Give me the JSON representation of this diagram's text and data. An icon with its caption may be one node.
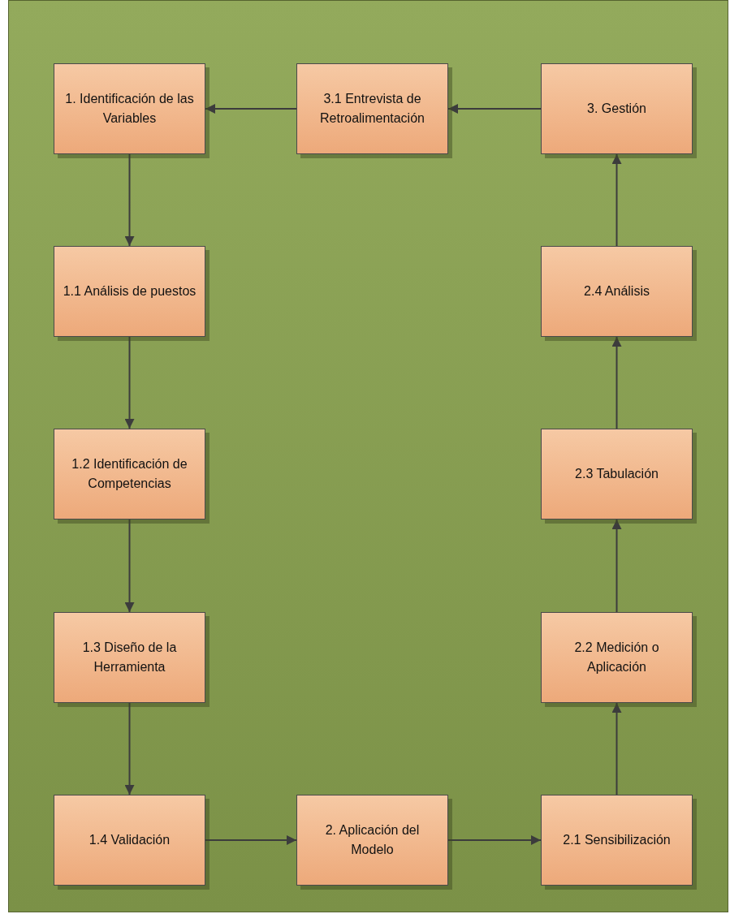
{
  "diagram": {
    "nodes": [
      {
        "text": [
          "1. Identificación de las Variables"
        ]
      },
      {
        "text": [
          "3.1 Entrevista de Retroalimentación"
        ]
      },
      {
        "text": [
          "3. Gestión"
        ]
      },
      {
        "text": [
          "1.1 Análisis de puestos"
        ]
      },
      {
        "text": [
          "2.4 Análisis"
        ]
      },
      {
        "text": [
          "1.2 Identificación de Competencias"
        ]
      },
      {
        "text": [
          "2.3 Tabulación"
        ]
      },
      {
        "text": [
          "1.3 Diseño de la Herramienta"
        ]
      },
      {
        "text": [
          "2.2 Medición o Aplicación"
        ]
      },
      {
        "text": [
          "1.4 Validación"
        ]
      },
      {
        "text": [
          "2. Aplicación del Modelo"
        ]
      },
      {
        "text": [
          "2.1 Sensibilización"
        ]
      }
    ],
    "edges": [
      {
        "from": 0,
        "to": 3,
        "arrow": "to"
      },
      {
        "from": 3,
        "to": 5,
        "arrow": "to"
      },
      {
        "from": 5,
        "to": 7,
        "arrow": "to"
      },
      {
        "from": 7,
        "to": 9,
        "arrow": "to"
      },
      {
        "from": 9,
        "to": 10,
        "arrow": "to"
      },
      {
        "from": 10,
        "to": 11,
        "arrow": "to"
      },
      {
        "from": 11,
        "to": 8,
        "arrow": "to"
      },
      {
        "from": 8,
        "to": 6,
        "arrow": "to"
      },
      {
        "from": 6,
        "to": 4,
        "arrow": "to"
      },
      {
        "from": 4,
        "to": 2,
        "arrow": "to"
      },
      {
        "from": 2,
        "to": 1,
        "arrow": "to"
      },
      {
        "from": 1,
        "to": 0,
        "arrow": "to"
      }
    ]
  }
}
